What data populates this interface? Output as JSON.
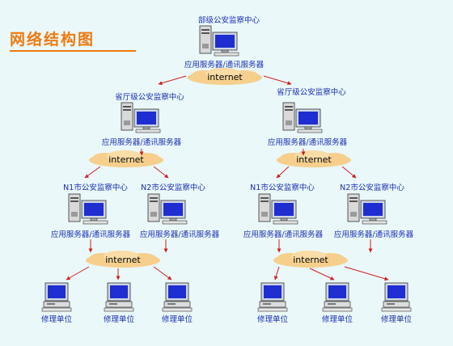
{
  "title": "网络结构图",
  "nodes": {
    "top_center": "部级公安监察中心",
    "top_server": "应用服务器/通讯服务器",
    "prov_left": "省厅级公安监察中心",
    "prov_left_server": "应用服务器/通讯服务器",
    "prov_right": "省厅级公安监察中心",
    "prov_right_server": "应用服务器/通讯服务器",
    "n1_left": "N1市公安监察中心",
    "n2_left": "N2市公安监察中心",
    "n1_right": "N1市公安监察中心",
    "n2_right": "N2市公安监察中心",
    "city_server_1": "应用服务器/通讯服务器",
    "city_server_2": "应用服务器/通讯服务器",
    "city_server_3": "应用服务器/通讯服务器",
    "city_server_4": "应用服务器/通讯服务器",
    "unit_1": "修理单位",
    "unit_2": "修理单位",
    "unit_3": "修理单位",
    "unit_4": "修理单位",
    "unit_5": "修理单位",
    "unit_6": "修理单位"
  },
  "clouds": {
    "c_top": "internet",
    "c_left": "internet",
    "c_right": "internet",
    "c_bottom_left": "internet",
    "c_bottom_right": "internet"
  },
  "colors": {
    "background": "#eaf8fa",
    "title": "#f07a10",
    "label": "#1a2fb0",
    "arrow": "#d02020",
    "cloud": "#f6cf8c"
  }
}
